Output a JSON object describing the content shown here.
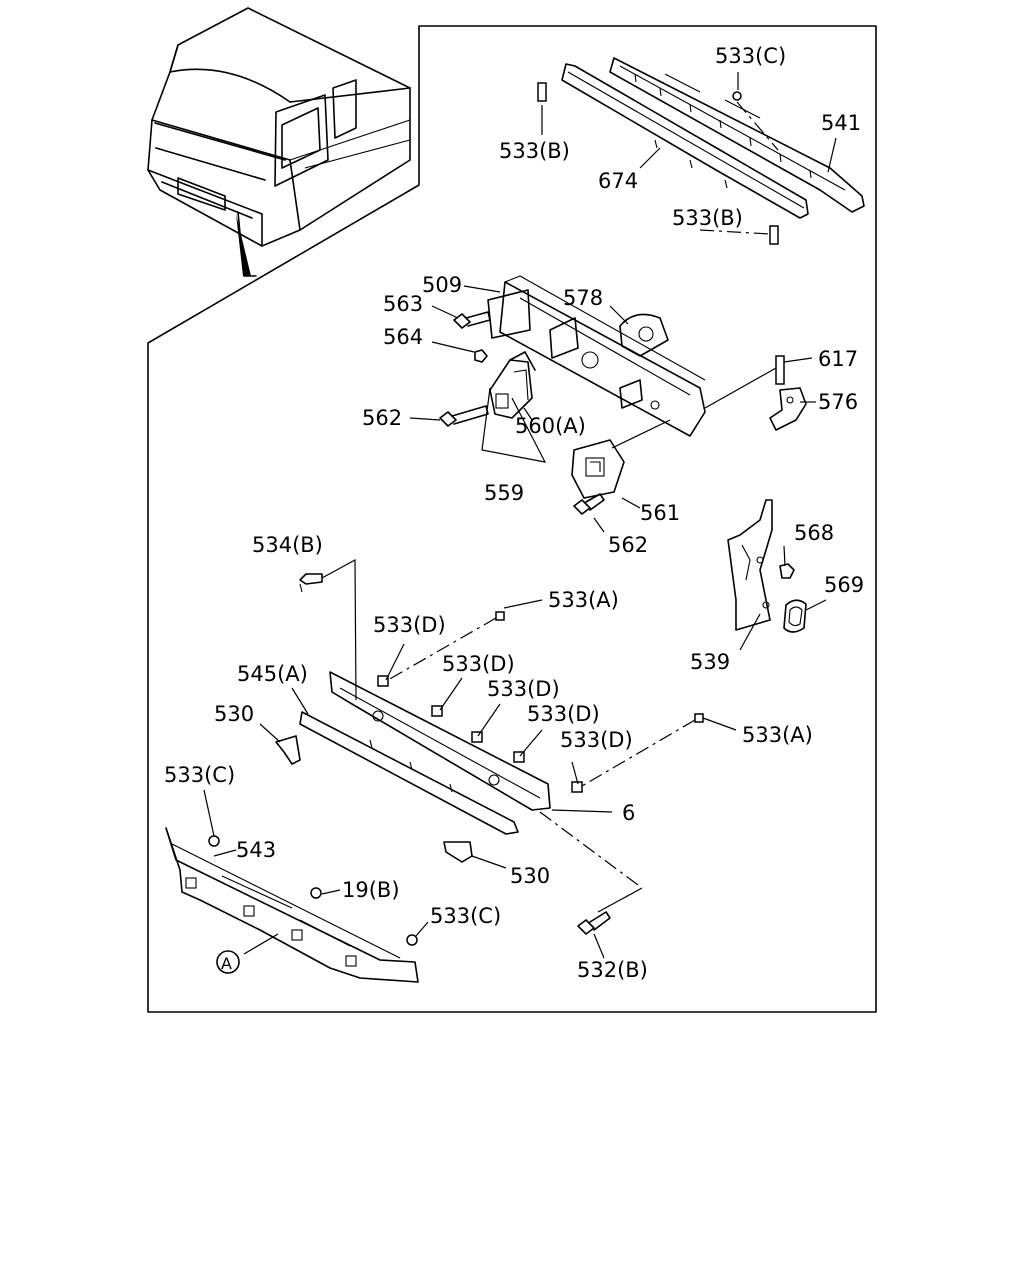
{
  "labels": {
    "p533c_top": "533(C)",
    "p541": "541",
    "p533b_top": "533(B)",
    "p674": "674",
    "p533b_mid": "533(B)",
    "p509": "509",
    "p578": "578",
    "p563": "563",
    "p564": "564",
    "p617": "617",
    "p576": "576",
    "p562_a": "562",
    "p560a": "560(A)",
    "p559": "559",
    "p561": "561",
    "p562_b": "562",
    "p534b": "534(B)",
    "p568": "568",
    "p533a_1": "533(A)",
    "p569": "569",
    "p533d_1": "533(D)",
    "p545a": "545(A)",
    "p533d_2": "533(D)",
    "p539": "539",
    "p533d_3": "533(D)",
    "p530_a": "530",
    "p533d_4": "533(D)",
    "p533a_2": "533(A)",
    "p533d_5": "533(D)",
    "p533c_left": "533(C)",
    "p6": "6",
    "p543": "543",
    "p530_b": "530",
    "p19b": "19(B)",
    "p533c_low": "533(C)",
    "callout_a": "A",
    "p532b": "532(B)"
  }
}
